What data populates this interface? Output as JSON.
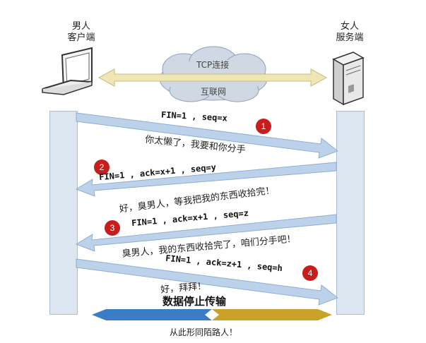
{
  "client": {
    "line1": "男人",
    "line2": "客户端"
  },
  "server": {
    "line1": "女人",
    "line2": "服务端"
  },
  "connection": {
    "top_label": "TCP连接",
    "bottom_label": "互联网"
  },
  "steps": [
    {
      "badge": "1",
      "packet": "FIN=1 , seq=x",
      "dialogue": "你太懒了，我要和你分手"
    },
    {
      "badge": "2",
      "packet": "FIN=1 , ack=x+1 , seq=y",
      "dialogue": "好，臭男人，等我把我的东西收拾完！"
    },
    {
      "badge": "3",
      "packet": "FIN=1 , ack=x+1 , seq=z",
      "dialogue": "臭男人，我的东西收拾完了，咱们分手吧！"
    },
    {
      "badge": "4",
      "packet": "FIN=1 , ack=z+1 , seq=h",
      "dialogue": "好，拜拜！"
    }
  ],
  "footer": {
    "title": "数据停止传输",
    "subtitle": "从此形同陌路人！"
  },
  "colors": {
    "lane_fill": "#dbe6f1",
    "arrow_fill": "#bcd2ea",
    "arrow_stroke": "#8eaed0",
    "badge": "#c81d1d",
    "cloud": "#cfd8e3",
    "conn_arrow": "#efe6b5",
    "footer_left": "#3b7dc4",
    "footer_right": "#c9a227"
  },
  "icons": {
    "client": "laptop-icon",
    "server": "server-tower-icon"
  }
}
